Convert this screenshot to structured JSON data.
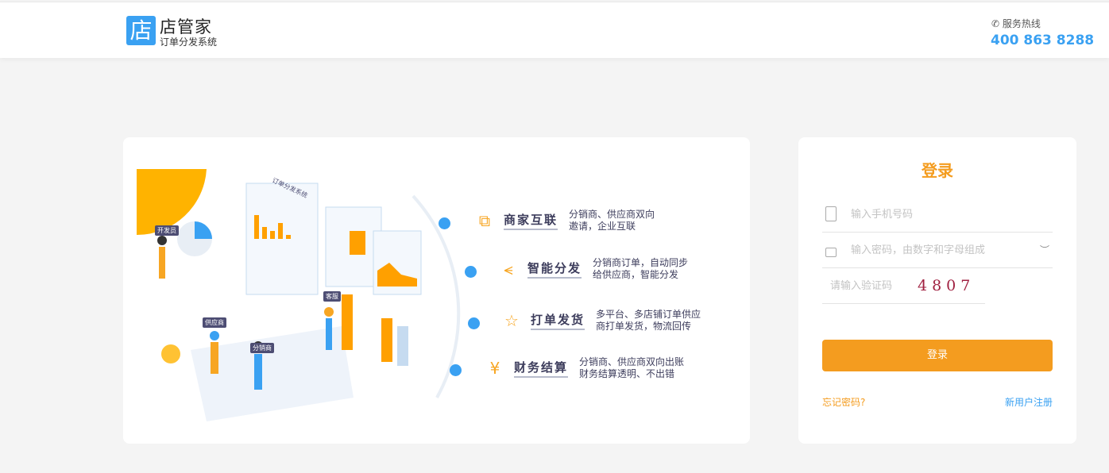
{
  "header": {
    "logo_char": "店",
    "brand": "店管家",
    "subtitle": "订单分发系统",
    "hotline_label": "服务热线",
    "hotline": "400 863 8288"
  },
  "illustration": {
    "board_title": "订单分发系统",
    "tags": [
      "开发员",
      "供应商",
      "分销商",
      "客服"
    ]
  },
  "features": [
    {
      "icon": "link-icon",
      "title": "商家互联",
      "desc1": "分销商、供应商双向",
      "desc2": "邀请，企业互联"
    },
    {
      "icon": "share-icon",
      "title": "智能分发",
      "desc1": "分销商订单，自动同步",
      "desc2": "给供应商，智能分发"
    },
    {
      "icon": "star-icon",
      "title": "打单发货",
      "desc1": "多平台、多店铺订单供应",
      "desc2": "商打单发货，物流回传"
    },
    {
      "icon": "yen-icon",
      "title": "财务结算",
      "desc1": "分销商、供应商双向出账",
      "desc2": "财务结算透明、不出错"
    }
  ],
  "login": {
    "title": "登录",
    "phone_placeholder": "输入手机号码",
    "password_placeholder": "输入密码，由数字和字母组成",
    "captcha_placeholder": "请输入验证码",
    "captcha": "4807",
    "submit": "登录",
    "forgot": "忘记密码?",
    "register": "新用户注册"
  }
}
